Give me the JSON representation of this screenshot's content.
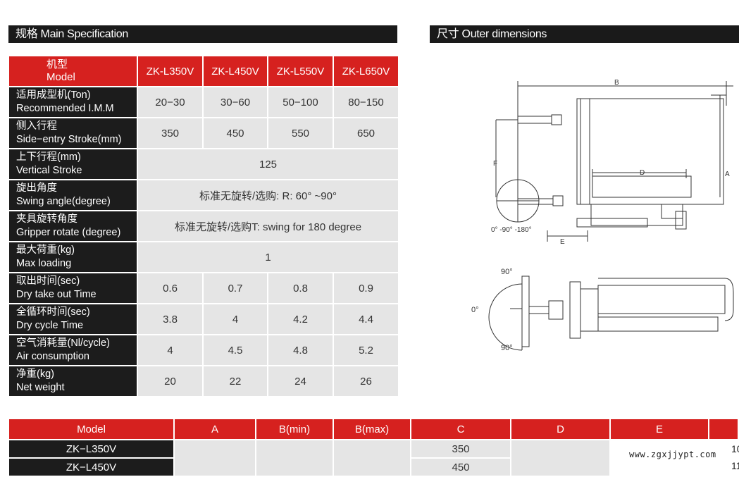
{
  "spec": {
    "title": "规格 Main Specification",
    "header": {
      "zh": "机型",
      "en": "Model",
      "models": [
        "ZK-L350V",
        "ZK-L450V",
        "ZK-L550V",
        "ZK-L650V"
      ]
    },
    "rows": [
      {
        "zh": "适用成型机(Ton)",
        "en": "Recommended I.M.M",
        "values": [
          "20−30",
          "30−60",
          "50−100",
          "80−150"
        ]
      },
      {
        "zh": "侧入行程",
        "en": "Side−entry Stroke(mm)",
        "values": [
          "350",
          "450",
          "550",
          "650"
        ]
      },
      {
        "zh": "上下行程(mm)",
        "en": "Vertical Stroke",
        "merged": "125"
      },
      {
        "zh": "旋出角度",
        "en": "Swing angle(degree)",
        "merged": "标准无旋转/选购: R: 60° ~90°"
      },
      {
        "zh": "夹具旋转角度",
        "en": "Gripper rotate (degree)",
        "merged": "标准无旋转/选购T: swing for 180 degree"
      },
      {
        "zh": "最大荷重(kg)",
        "en": "Max loading",
        "merged": "1"
      },
      {
        "zh": "取出时间(sec)",
        "en": "Dry take out Time",
        "values": [
          "0.6",
          "0.7",
          "0.8",
          "0.9"
        ]
      },
      {
        "zh": "全循环时间(sec)",
        "en": "Dry cycle Time",
        "values": [
          "3.8",
          "4",
          "4.2",
          "4.4"
        ]
      },
      {
        "zh": "空气消耗量(Nl/cycle)",
        "en": "Air consumption",
        "values": [
          "4",
          "4.5",
          "4.8",
          "5.2"
        ]
      },
      {
        "zh": "净重(kg)",
        "en": "Net weight",
        "values": [
          "20",
          "22",
          "24",
          "26"
        ]
      }
    ]
  },
  "outer": {
    "title": "尺寸 Outer dimensions",
    "labels": {
      "b": "B",
      "f": "F",
      "d": "D",
      "a": "A",
      "e": "E",
      "angles": "0° -90° -180°",
      "deg90_top": "90°",
      "deg90_bottom": "90°",
      "deg0": "0°"
    }
  },
  "dims": {
    "headers": [
      "Model",
      "A",
      "B(min)",
      "B(max)",
      "C",
      "D",
      "E"
    ],
    "rows": [
      {
        "model": "ZK−L350V",
        "c": "350"
      },
      {
        "model": "ZK−L450V",
        "c": "450"
      }
    ],
    "edge_values": [
      "10",
      "11"
    ]
  },
  "watermark": "www.zgxjjypt.com"
}
